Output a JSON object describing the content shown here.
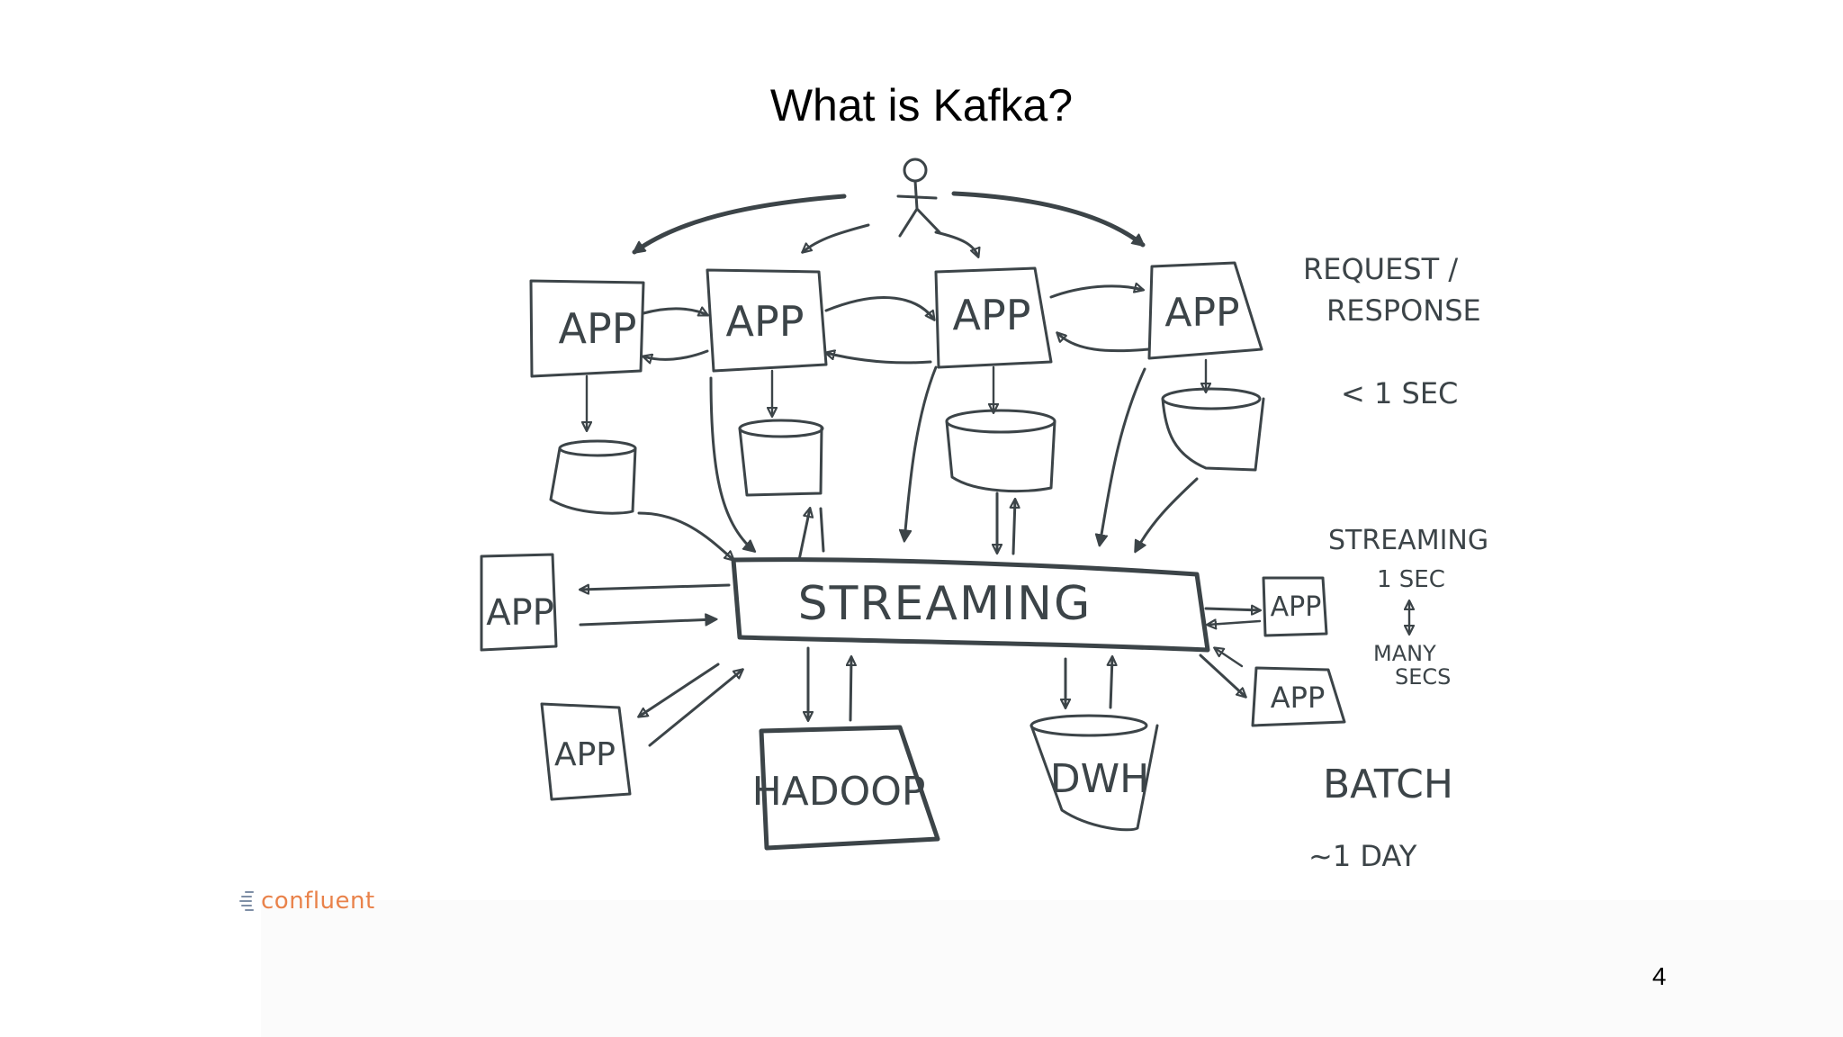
{
  "slide": {
    "title": "What is Kafka?",
    "page_number": "4"
  },
  "diagram": {
    "hub": "STREAMING",
    "apps": [
      "APP",
      "APP",
      "APP",
      "APP",
      "APP",
      "APP",
      "APP",
      "APP"
    ],
    "hadoop": "HADOOP",
    "dwh": "DWH"
  },
  "notes": {
    "request_line1": "REQUEST /",
    "request_line2": "RESPONSE",
    "request_latency": "< 1 SEC",
    "streaming_label": "STREAMING",
    "streaming_low": "1 SEC",
    "streaming_high_line1": "MANY",
    "streaming_high_line2": "SECS",
    "batch_label": "BATCH",
    "batch_latency": "~1 DAY"
  },
  "logo": {
    "text": "confluent"
  },
  "colors": {
    "ink": "#3c4448",
    "logo_orange": "#e9824a",
    "logo_mark": "#7f8fa6"
  }
}
